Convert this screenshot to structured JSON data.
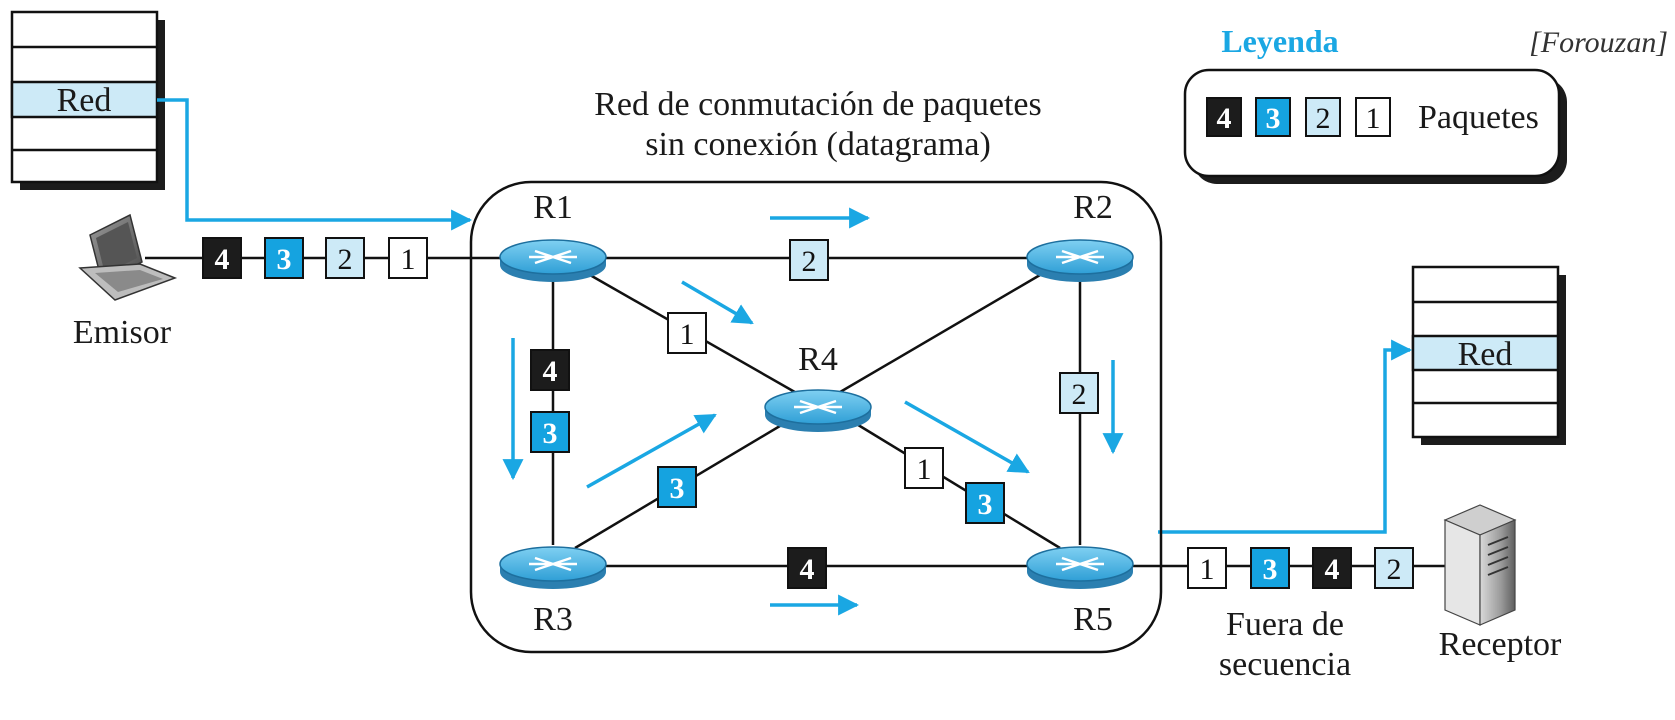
{
  "title": {
    "line1": "Red de conmutación de paquetes",
    "line2": "sin conexión (datagrama)"
  },
  "legend": {
    "heading": "Leyenda",
    "credit": "[Forouzan]",
    "label": "Paquetes",
    "packets": [
      "4",
      "3",
      "2",
      "1"
    ]
  },
  "routers": {
    "r1": "R1",
    "r2": "R2",
    "r3": "R3",
    "r4": "R4",
    "r5": "R5"
  },
  "sender": {
    "label": "Emisor",
    "stack_layer": "Red",
    "queue": [
      "4",
      "3",
      "2",
      "1"
    ]
  },
  "receiver": {
    "label": "Receptor",
    "stack_layer": "Red",
    "queue": [
      "1",
      "3",
      "4",
      "2"
    ],
    "note_line1": "Fuera de",
    "note_line2": "secuencia"
  },
  "link_packets": {
    "r1_r2": "2",
    "r1_r4": "1",
    "r1_r3_a": "4",
    "r1_r3_b": "3",
    "r3_r4": "3",
    "r4_r5_a": "1",
    "r4_r5_b": "3",
    "r2_r5": "2",
    "r3_r5": "4"
  },
  "colors": {
    "packet_black": "#1c1c1c",
    "packet_blue": "#15a3e0",
    "packet_light": "#cdeaf7",
    "packet_white": "#ffffff",
    "accent_line": "#1aa7e3",
    "router_fill": "#3aaee0"
  }
}
